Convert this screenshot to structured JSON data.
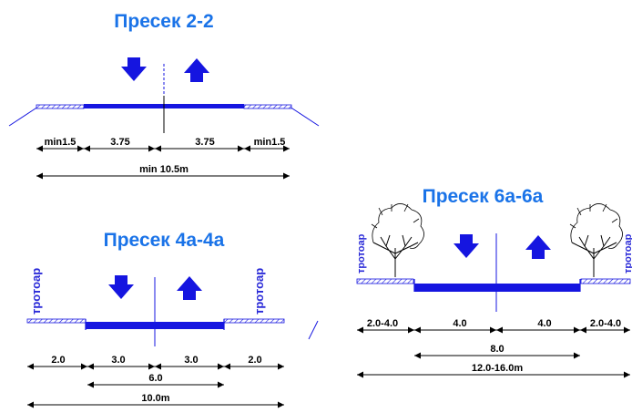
{
  "sections": [
    {
      "title": "Пресек 2-2",
      "dims_row1": [
        "min1.5",
        "3.75",
        "3.75",
        "min1.5"
      ],
      "dims_row2": [
        "min 10.5m"
      ]
    },
    {
      "title": "Пресек 4а-4а",
      "sidewalk_label": "тротоар",
      "dims_row1": [
        "2.0",
        "3.0",
        "3.0",
        "2.0"
      ],
      "dims_row2": [
        "6.0"
      ],
      "dims_row3": [
        "10.0m"
      ]
    },
    {
      "title": "Пресек 6а-6а",
      "sidewalk_label": "тротоар",
      "dims_row1": [
        "2.0-4.0",
        "4.0",
        "4.0",
        "2.0-4.0"
      ],
      "dims_row2": [
        "8.0"
      ],
      "dims_row3": [
        "12.0-16.0m"
      ]
    }
  ],
  "colors": {
    "title": "#1a73e8",
    "road": "#1515e0",
    "arrow": "#1515e0",
    "sidewalk_label": "#2a2ad8"
  }
}
